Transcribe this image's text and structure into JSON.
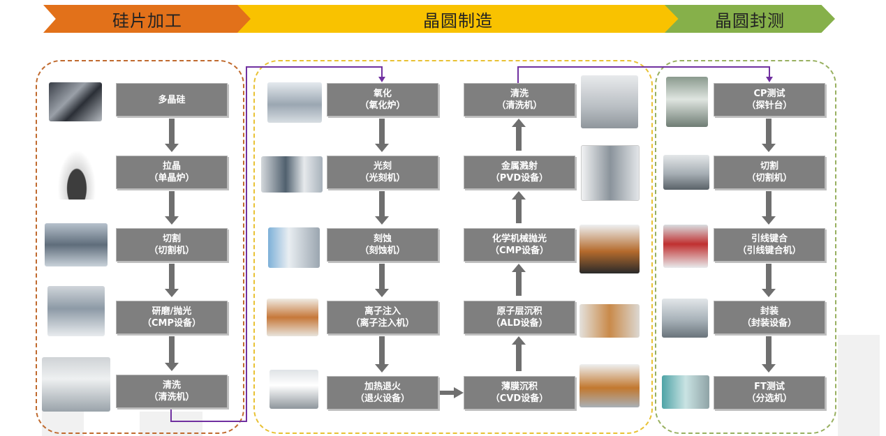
{
  "banners": {
    "wafer_processing": "硅片加工",
    "wafer_fabrication": "晶圆制造",
    "wafer_packaging_test": "晶圆封测"
  },
  "colors": {
    "wafer_processing": "#e2711a",
    "wafer_fabrication": "#f9c200",
    "wafer_packaging_test": "#86b04a",
    "step_box": "#7f7f7f",
    "connector": "#7030a0"
  },
  "processing_steps": [
    {
      "line1": "多晶硅",
      "line2": ""
    },
    {
      "line1": "拉晶",
      "line2": "（单晶炉）"
    },
    {
      "line1": "切割",
      "line2": "（切割机）"
    },
    {
      "line1": "研磨/抛光",
      "line2": "（CMP设备）"
    },
    {
      "line1": "清洗",
      "line2": "（清洗机）"
    }
  ],
  "fab_left_steps": [
    {
      "line1": "氧化",
      "line2": "（氧化炉）"
    },
    {
      "line1": "光刻",
      "line2": "（光刻机）"
    },
    {
      "line1": "刻蚀",
      "line2": "（刻蚀机）"
    },
    {
      "line1": "离子注入",
      "line2": "（离子注入机）"
    },
    {
      "line1": "加热退火",
      "line2": "（退火设备）"
    }
  ],
  "fab_right_steps": [
    {
      "line1": "清洗",
      "line2": "（清洗机）"
    },
    {
      "line1": "金属溅射",
      "line2": "（PVD设备）"
    },
    {
      "line1": "化学机械抛光",
      "line2": "（CMP设备）"
    },
    {
      "line1": "原子层沉积",
      "line2": "（ALD设备）"
    },
    {
      "line1": "薄膜沉积",
      "line2": "（CVD设备）"
    }
  ],
  "packaging_steps": [
    {
      "line1": "CP测试",
      "line2": "（探针台）"
    },
    {
      "line1": "切割",
      "line2": "（切割机）"
    },
    {
      "line1": "引线键合",
      "line2": "（引线键合机）"
    },
    {
      "line1": "封装",
      "line2": "（封装设备）"
    },
    {
      "line1": "FT测试",
      "line2": "（分选机）"
    }
  ]
}
